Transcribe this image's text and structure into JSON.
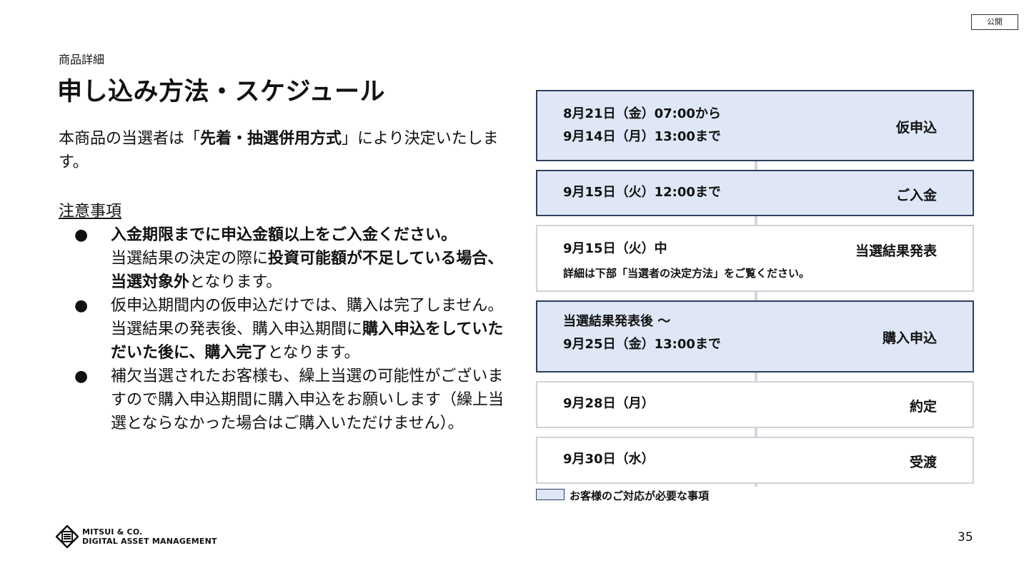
{
  "badge": "公開",
  "subtitle": "商品詳細",
  "title": "申し込み方法・スケジュール",
  "intro": {
    "pre": "本商品の当選者は「",
    "bold": "先着・抽選併用方式",
    "post": "」により決定いたします。"
  },
  "notes_heading": "注意事項",
  "bullet": "●",
  "notes": [
    {
      "b1": "入金期限までに申込金額以上をご入金ください。",
      "t1": "当選結果の決定の際に",
      "b2": "投資可能額が不足している場合、当選対象外",
      "t2": "となります。"
    },
    {
      "t1": "仮申込期間内の仮申込だけでは、購入は完了しません。 当選結果の発表後、購入申込期間に",
      "b1": "購入申込をしていただいた後に、購入完了",
      "t2": "となります。"
    },
    {
      "t1": "補欠当選されたお客様も、繰上当選の可能性がございますので購入申込期間に購入申込をお願いします（繰上当選とならなかった場合はご購入いただけません）。"
    }
  ],
  "schedule": [
    {
      "line1": "8月21日（金）07:00から",
      "line2": "9月14日（月）13:00まで",
      "label": "仮申込",
      "highlight": true
    },
    {
      "line1": "9月15日（火）12:00まで",
      "label": "ご入金",
      "highlight": true
    },
    {
      "line1": "9月15日（火）中",
      "note": "詳細は下部「当選者の決定方法」をご覧ください。",
      "label": "当選結果発表",
      "highlight": false
    },
    {
      "line1": "当選結果発表後 〜",
      "line2": "9月25日（金）13:00まで",
      "label": "購入申込",
      "highlight": true
    },
    {
      "line1": "9月28日（月）",
      "label": "約定",
      "highlight": false
    },
    {
      "line1": "9月30日（水）",
      "label": "受渡",
      "highlight": false
    }
  ],
  "legend": "お客様のご対応が必要な事項",
  "logo": {
    "line1": "MITSUI & CO.",
    "line2": "DIGITAL ASSET MANAGEMENT"
  },
  "page_number": "35",
  "colors": {
    "highlight_fill": "#dfe7f6",
    "highlight_border": "#2f3f5e",
    "plain_border": "#cfd3d9"
  }
}
